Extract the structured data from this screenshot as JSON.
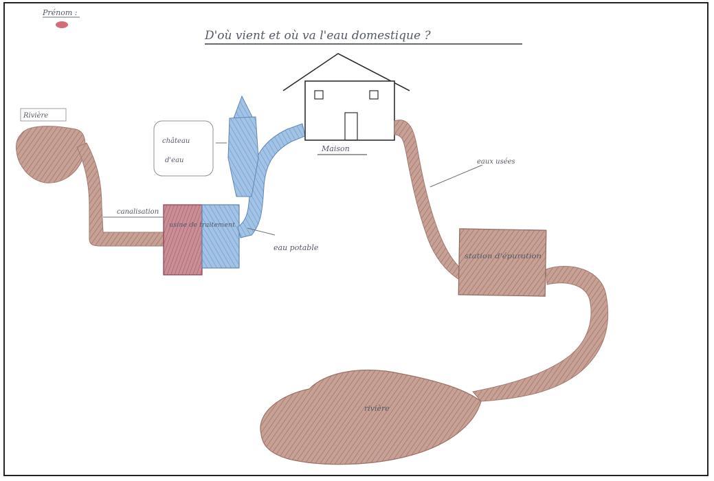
{
  "header": {
    "name_label": "Prénom :",
    "title": "D'où vient et où va l'eau domestique ?"
  },
  "labels": {
    "source": "Rivière",
    "water_tower_note_1": "château",
    "water_tower_note_2": "d'eau",
    "pipe_in": "canalisation",
    "plant_in": "usine de traitement",
    "clean_water": "eau potable",
    "house": "Maison",
    "waste_water": "eaux usées",
    "plant_out": "station d'épuration",
    "destination": "rivière"
  },
  "colors": {
    "paper": "#ffffff",
    "frame": "#222222",
    "ink": "#2d2d2d",
    "brown": "#b48a7e",
    "brown_dark": "#9c7266",
    "blue": "#8cb3dc",
    "blue_dark": "#6d97c4",
    "red": "#b75a6a",
    "pencil": "#5a5f6b"
  }
}
